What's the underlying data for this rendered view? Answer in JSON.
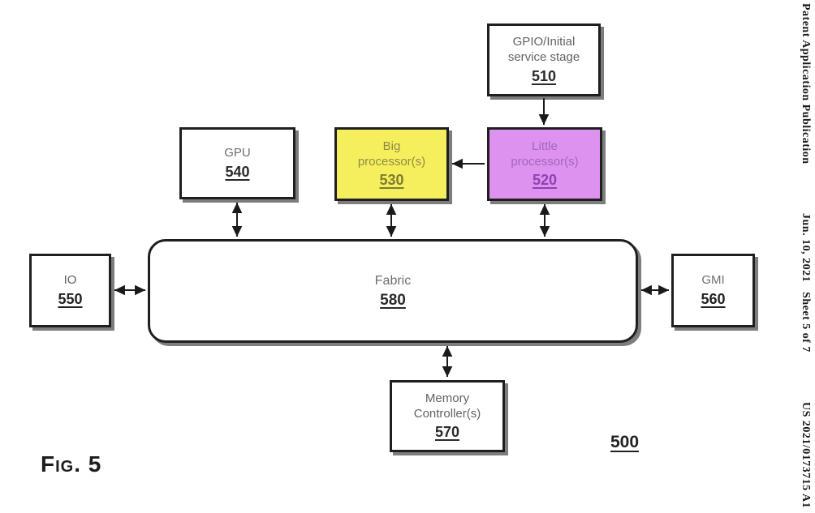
{
  "header": {
    "publication": "Patent Application Publication",
    "date_sheet": "Jun. 10, 2021   Sheet 5 of 7",
    "pub_number": "US 2021/0173715 A1"
  },
  "figure": {
    "fig_label": "Fig. 5",
    "diagram_number": "500"
  },
  "blocks": {
    "gpio": {
      "label": "GPIO/Initial\nservice stage",
      "number": "510",
      "fill": "#ffffff",
      "label_color": "#636363",
      "number_color": "#2a2a2a"
    },
    "gpu": {
      "label": "GPU",
      "number": "540",
      "fill": "#ffffff",
      "label_color": "#6e6e6e",
      "number_color": "#2a2a2a"
    },
    "big": {
      "label": "Big\nprocessor(s)",
      "number": "530",
      "fill": "#f6ef5d",
      "label_color": "#8f8c44",
      "number_color": "#7e7b33"
    },
    "little": {
      "label": "Little\nprocessor(s)",
      "number": "520",
      "fill": "#dd92ef",
      "label_color": "#a465c2",
      "number_color": "#8e41b2"
    },
    "fabric": {
      "label": "Fabric",
      "number": "580",
      "fill": "#ffffff",
      "label_color": "#6e6e6e",
      "number_color": "#2a2a2a"
    },
    "io": {
      "label": "IO",
      "number": "550",
      "fill": "#ffffff",
      "label_color": "#636363",
      "number_color": "#222222"
    },
    "gmi": {
      "label": "GMI",
      "number": "560",
      "fill": "#ffffff",
      "label_color": "#6e6e6e",
      "number_color": "#222222"
    },
    "memory": {
      "label": "Memory\nController(s)",
      "number": "570",
      "fill": "#ffffff",
      "label_color": "#636363",
      "number_color": "#2a2a2a"
    }
  },
  "connections": [
    {
      "from": "510",
      "to": "520",
      "type": "directed"
    },
    {
      "from": "520",
      "to": "530",
      "type": "directed"
    },
    {
      "from": "540",
      "to": "580",
      "type": "bidirectional"
    },
    {
      "from": "530",
      "to": "580",
      "type": "bidirectional"
    },
    {
      "from": "520",
      "to": "580",
      "type": "bidirectional"
    },
    {
      "from": "550",
      "to": "580",
      "type": "bidirectional"
    },
    {
      "from": "580",
      "to": "560",
      "type": "bidirectional"
    },
    {
      "from": "580",
      "to": "570",
      "type": "bidirectional"
    }
  ]
}
